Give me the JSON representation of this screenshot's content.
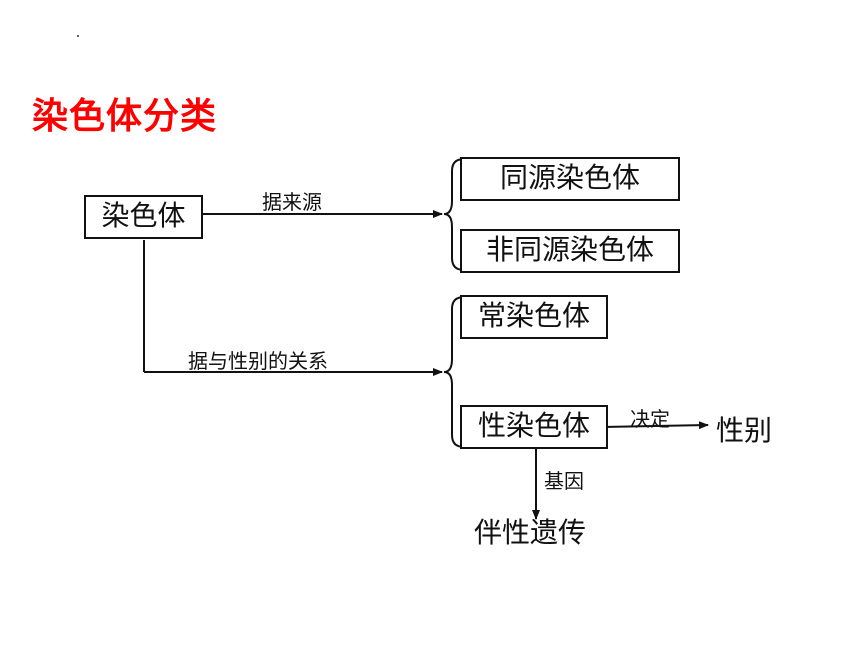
{
  "title": "染色体分类",
  "diagram": {
    "root": "染色体",
    "branch_source": {
      "label": "据来源",
      "items": [
        "同源染色体",
        "非同源染色体"
      ]
    },
    "branch_sex": {
      "label": "据与性别的关系",
      "items": [
        "常染色体",
        "性染色体"
      ]
    },
    "decide": {
      "label": "决定",
      "result": "性别"
    },
    "gene": {
      "label": "基因",
      "result": "伴性遗传"
    }
  }
}
